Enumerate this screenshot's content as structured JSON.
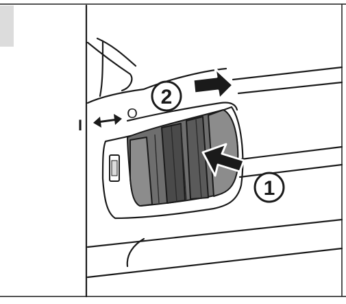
{
  "callouts": [
    {
      "label": "1",
      "action": "press-in"
    },
    {
      "label": "2",
      "action": "slide-right"
    }
  ],
  "switch_marks": {
    "left_symbol": "I",
    "right_symbol": "O"
  },
  "colors": {
    "line": "#1a1a1a",
    "slider_dark": "#4a4a4a",
    "slider_mid": "#6e6e6e",
    "slider_light": "#8c8c8c",
    "tab_gray": "#dcdcdc",
    "background": "#ffffff"
  }
}
